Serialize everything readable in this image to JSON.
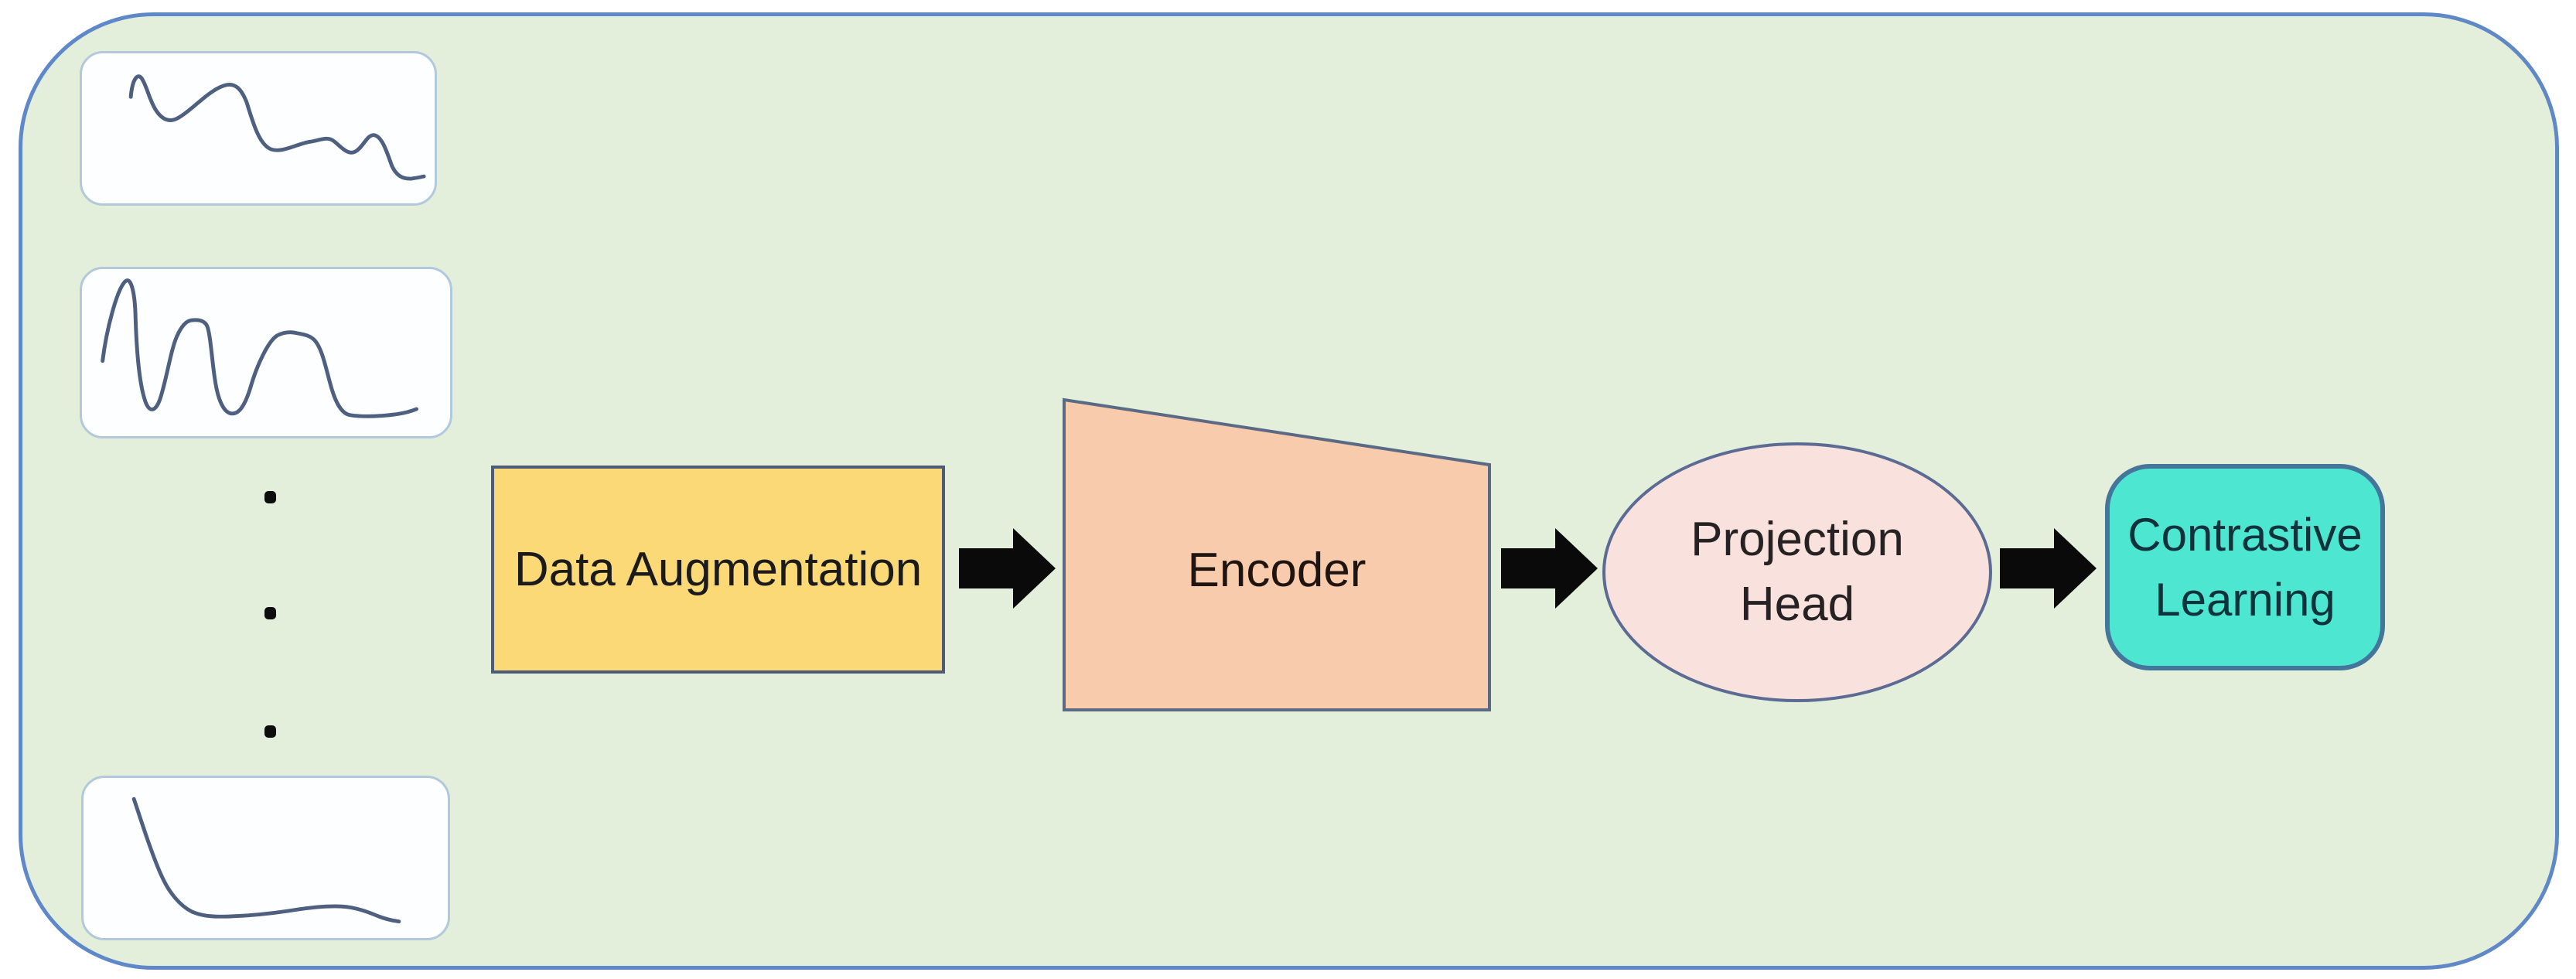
{
  "frame": {
    "background": "#E3EFDA",
    "border_color": "#5E88C8"
  },
  "input_column": {
    "signals": [
      {
        "name": "time-series-sample-1",
        "stroke": "#4E5F80"
      },
      {
        "name": "time-series-sample-2",
        "stroke": "#4E5F80"
      },
      {
        "name": "time-series-sample-3",
        "stroke": "#4E5F80"
      }
    ],
    "ellipsis": {
      "dot_count": 3,
      "color": "#0D0D0D"
    }
  },
  "pipeline": {
    "nodes": {
      "data_augmentation": {
        "label": "Data Augmentation",
        "shape": "rectangle",
        "fill": "#FBD976",
        "border": "#4D5A78",
        "text_color": "#1B1B1B"
      },
      "encoder": {
        "label": "Encoder",
        "shape": "trapezoid",
        "fill": "#F8CBAD",
        "border": "#5A6A85",
        "text_color": "#201410"
      },
      "projection_head": {
        "label": "Projection Head",
        "lines": [
          "Projection",
          "Head"
        ],
        "shape": "ellipse",
        "fill": "#F9E2DD",
        "border": "#5B6B94",
        "text_color": "#262122"
      },
      "contrastive_learning": {
        "label": "Contrastive Learning",
        "lines": [
          "Contrastive",
          "Learning"
        ],
        "shape": "rounded-rectangle",
        "fill": "#4DE6D0",
        "border": "#44759B",
        "text_color": "#10323C"
      }
    },
    "arrow_color": "#0A0A0A",
    "arrow_count": 3
  }
}
